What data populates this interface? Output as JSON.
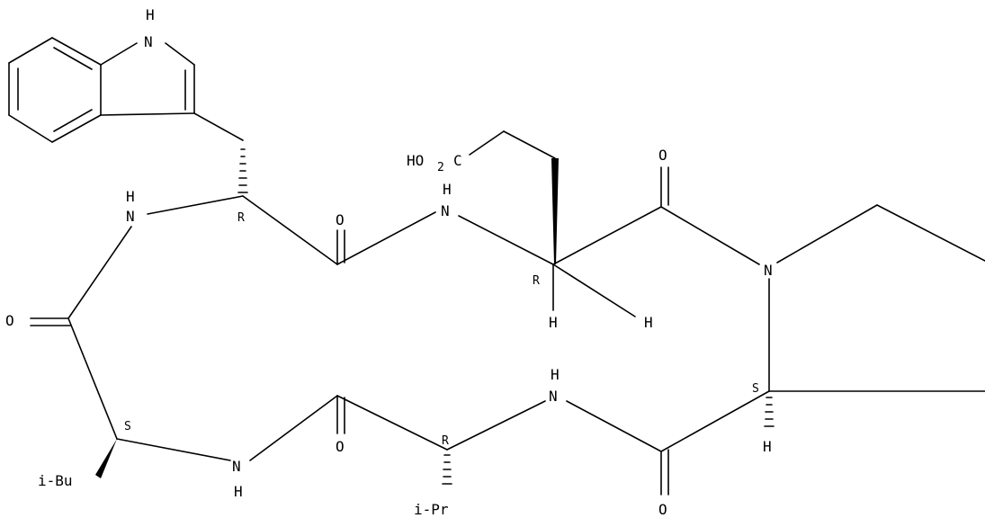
{
  "molecule": {
    "atom_labels": {
      "indole_H": "H",
      "indole_N": "N",
      "acid_HO": "HO",
      "acid_2": "2",
      "acid_C": "C",
      "carbonyl_O_top": "O",
      "carbonyl_O_trp": "O",
      "amide_H_trp": "H",
      "amide_N_trp": "N",
      "amide_H_glu": "H",
      "amide_N_glu": "N",
      "pro_N": "N",
      "glu_H1": "H",
      "glu_H2": "H",
      "carbonyl_O_leu": "O",
      "amide_H_pro": "H",
      "amide_N_pro": "N",
      "pro_H": "H",
      "amide_N_leu": "N",
      "amide_H_leu": "H",
      "carbonyl_O_val": "O",
      "carbonyl_O_bottom": "O",
      "ibu": "i-Bu",
      "ipr": "i-Pr"
    },
    "stereo_labels": {
      "trp": "R",
      "glu": "R",
      "leu": "S",
      "val": "R",
      "pro": "S"
    }
  }
}
